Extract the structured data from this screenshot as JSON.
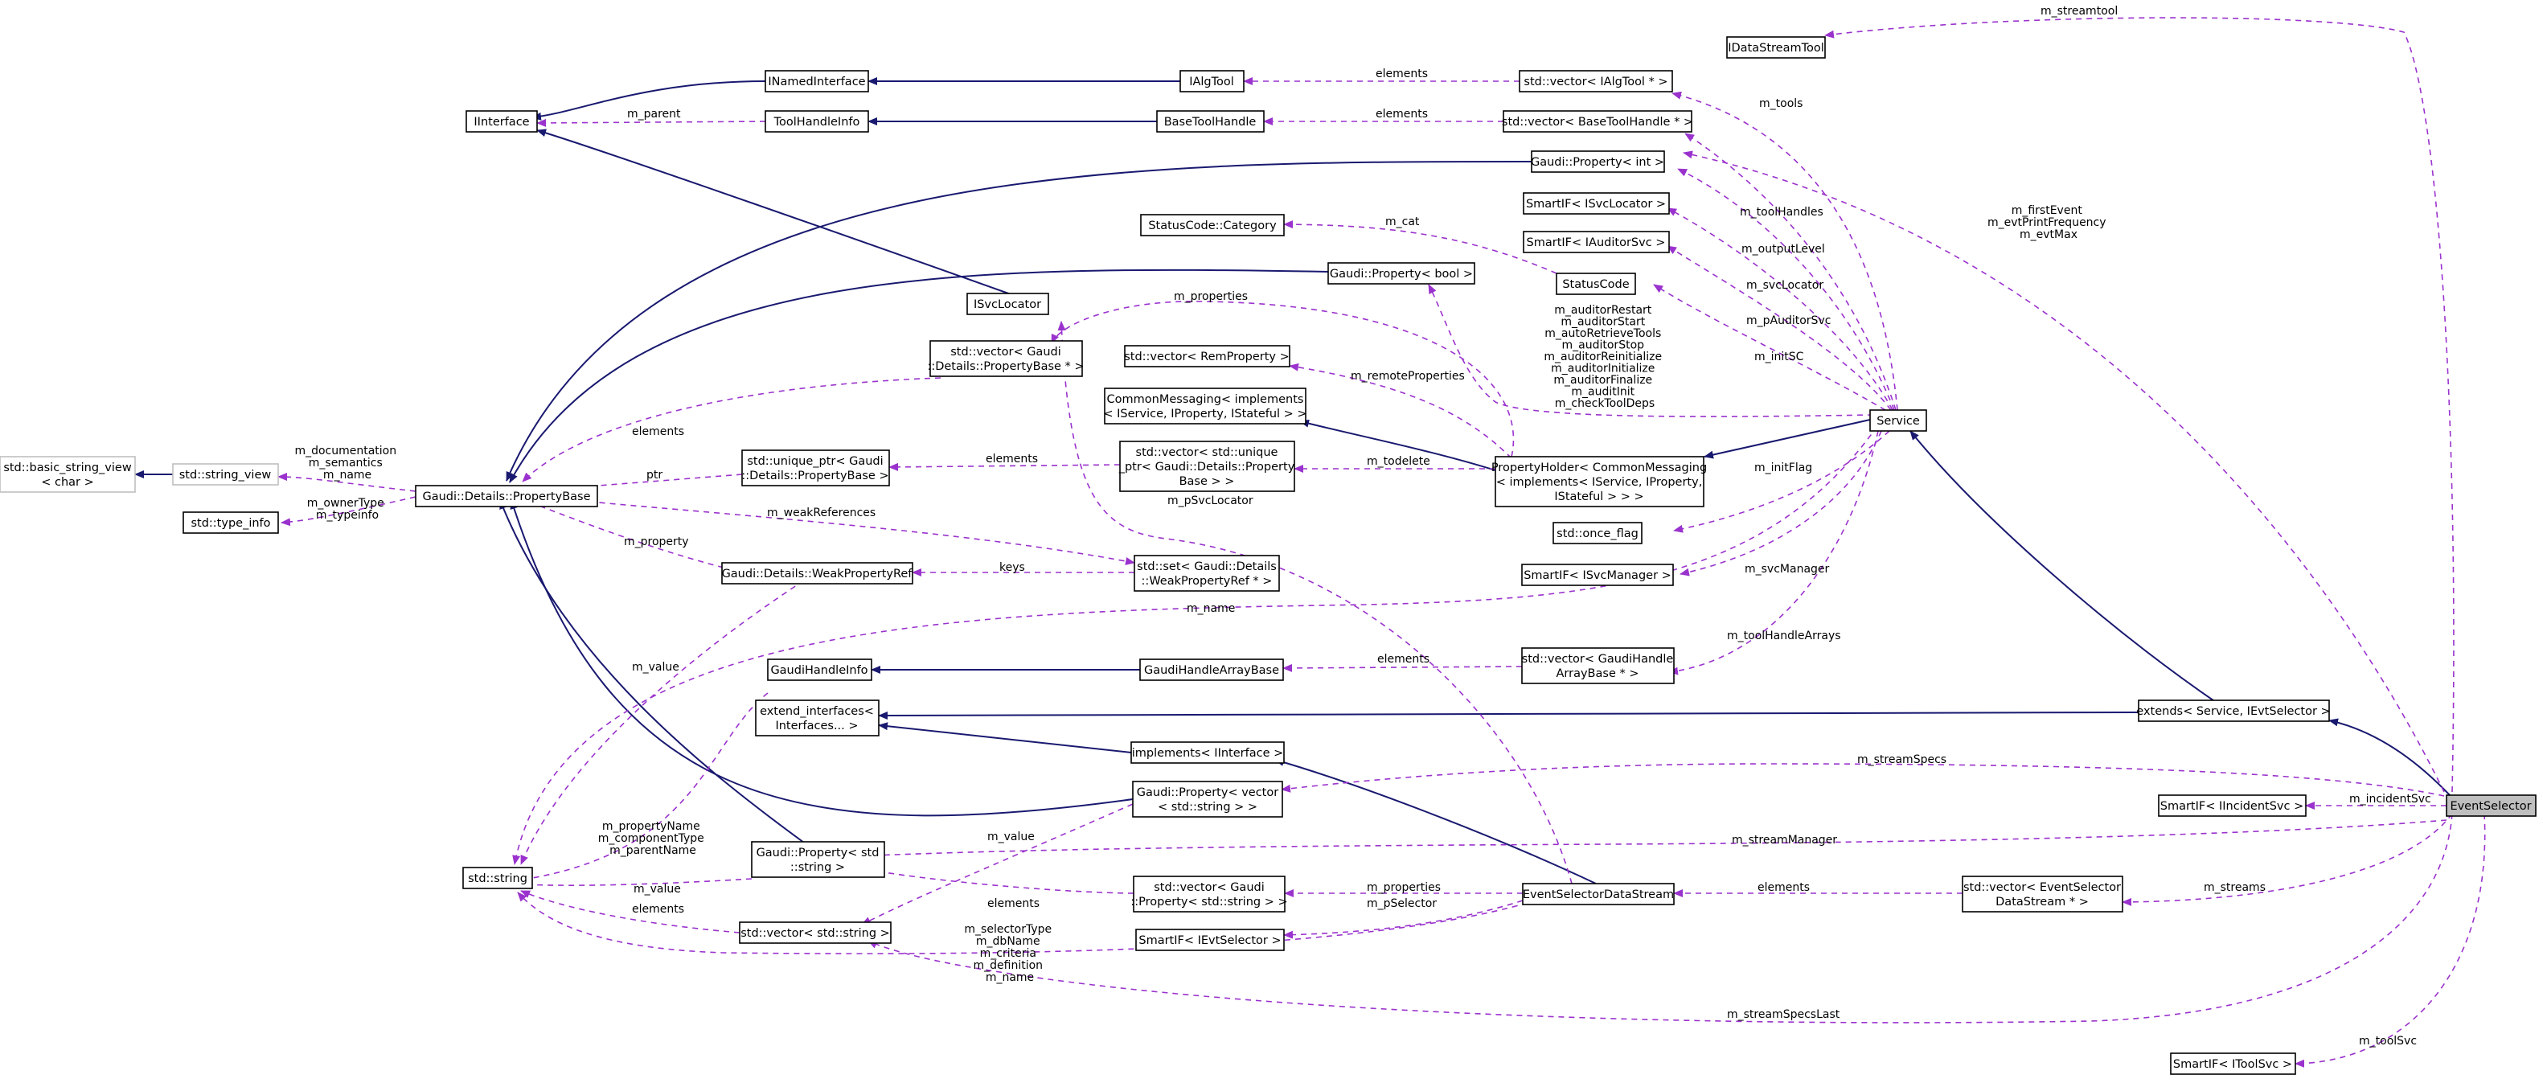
{
  "colors": {
    "inheritance": "#191970",
    "usage": "#9a32cd",
    "highlight_fill": "#bfbfbf",
    "external_border": "#bfbfbf"
  },
  "nodes": {
    "idatastreamtool": "IDataStreamTool",
    "inamedinterface": "INamedInterface",
    "ialgtool": "IAlgTool",
    "vec_ialgtool": "std::vector< IAlgTool * >",
    "iinterface": "IInterface",
    "toolhandleinfo": "ToolHandleInfo",
    "basetoolhandle": "BaseToolHandle",
    "vec_basetoolhandle": "std::vector< BaseToolHandle * >",
    "gaudi_property_int": "Gaudi::Property< int >",
    "smartif_isvclocator": "SmartIF< ISvcLocator >",
    "statuscode_category": "StatusCode::Category",
    "smartif_iauditorsvc": "SmartIF< IAuditorSvc >",
    "gaudi_property_bool": "Gaudi::Property< bool >",
    "statuscode": "StatusCode",
    "isvclocator": "ISvcLocator",
    "vec_propertybase": [
      "std::vector< Gaudi",
      "::Details::PropertyBase * >"
    ],
    "vec_remproperty": "std::vector< RemProperty >",
    "commonmessaging": [
      "CommonMessaging< implements",
      "< IService, IProperty, IStateful > >"
    ],
    "service": "Service",
    "basic_string_view": [
      "std::basic_string_view",
      "< char >"
    ],
    "string_view": "std::string_view",
    "propertybase": "Gaudi::Details::PropertyBase",
    "unique_ptr_propertybase": [
      "std::unique_ptr< Gaudi",
      "::Details::PropertyBase >"
    ],
    "vec_unique_ptr": [
      "std::vector< std::unique",
      "_ptr< Gaudi::Details::Property",
      "Base > >"
    ],
    "propertyholder": [
      "PropertyHolder< CommonMessaging",
      "< implements< IService, IProperty,",
      "IStateful > > >"
    ],
    "type_info": "std::type_info",
    "once_flag": "std::once_flag",
    "weakpropertyref": "Gaudi::Details::WeakPropertyRef",
    "set_weakpropertyref": [
      "std::set< Gaudi::Details",
      "::WeakPropertyRef * >"
    ],
    "smartif_isvcmanager": "SmartIF< ISvcManager >",
    "gaudihandleinfo": "GaudiHandleInfo",
    "gaudihandlearraybase": "GaudiHandleArrayBase",
    "vec_gaudihandlearraybase": [
      "std::vector< GaudiHandle",
      "ArrayBase * >"
    ],
    "extend_interfaces": [
      "extend_interfaces<",
      "Interfaces... >"
    ],
    "extends": "extends< Service, IEvtSelector >",
    "implements_iinterface": "implements< IInterface >",
    "gaudi_property_vector": [
      "Gaudi::Property< vector",
      "< std::string > >"
    ],
    "smartif_iincidentsvc": "SmartIF< IIncidentSvc >",
    "eventselector": "EventSelector",
    "std_string": "std::string",
    "gaudi_property_string": [
      "Gaudi::Property< std",
      "::string >"
    ],
    "vec_gaudi_property_string": [
      "std::vector< Gaudi",
      "::Property< std::string > >"
    ],
    "eventselectordatastream": "EventSelectorDataStream",
    "vec_eventselectordatastream": [
      "std::vector< EventSelector",
      "DataStream * >"
    ],
    "vec_string": "std::vector< std::string >",
    "smartif_ievtselector": "SmartIF< IEvtSelector >",
    "smartif_itoolsvc": "SmartIF< IToolSvc >"
  },
  "edge_labels": {
    "m_streamtool": "m_streamtool",
    "elements_algtool": "elements",
    "m_parent": "m_parent",
    "elements_basetoolhandle": "elements",
    "m_tools": "m_tools",
    "m_firstevent": [
      "m_firstEvent",
      "m_evtPrintFrequency",
      "m_evtMax"
    ],
    "m_toolhandles": "m_toolHandles",
    "m_cat": "m_cat",
    "m_outputlevel": "m_outputLevel",
    "m_svclocator": "m_svcLocator",
    "m_properties": "m_properties",
    "m_auditors": [
      "m_auditorRestart",
      "m_auditorStart",
      "m_autoRetrieveTools",
      "m_auditorStop",
      "m_auditorReinitialize",
      "m_auditorInitialize",
      "m_auditorFinalize",
      "m_auditInit",
      "m_checkToolDeps"
    ],
    "m_pauditorsvc": "m_pAuditorSvc",
    "m_initsc": "m_initSC",
    "m_remoteproperties": "m_remoteProperties",
    "elements_propbase": "elements",
    "m_documentation": [
      "m_documentation",
      "m_semantics",
      "m_name"
    ],
    "ptr": "ptr",
    "elements_unique": "elements",
    "m_todelete": "m_todelete",
    "m_initflag": "m_initFlag",
    "m_ownertype": [
      "m_ownerType",
      "m_typeinfo"
    ],
    "m_psvclocator": "m_pSvcLocator",
    "m_weakreferences": "m_weakReferences",
    "m_svcmanager": "m_svcManager",
    "m_property": "m_property",
    "keys": "keys",
    "m_name": "m_name",
    "m_value_weak": "m_value",
    "m_toolhandlearrays": "m_toolHandleArrays",
    "elements_gaudihandle": "elements",
    "m_streamspecs": "m_streamSpecs",
    "m_incidentsvc": "m_incidentSvc",
    "m_propertyname": [
      "m_propertyName",
      "m_componentType",
      "m_parentName"
    ],
    "m_value_vec": "m_value",
    "m_streammanager": "m_streamManager",
    "m_value_str": "m_value",
    "m_properties_es": "m_properties",
    "elements_es": "elements",
    "m_streams": "m_streams",
    "elements_gps": "elements",
    "m_pselector": "m_pSelector",
    "elements_vecstr": "elements",
    "m_selectortype": [
      "m_selectorType",
      "m_dbName",
      "m_criteria",
      "m_definition",
      "m_name"
    ],
    "m_streamspecslast": "m_streamSpecsLast",
    "m_toolsvc": "m_toolSvc"
  }
}
